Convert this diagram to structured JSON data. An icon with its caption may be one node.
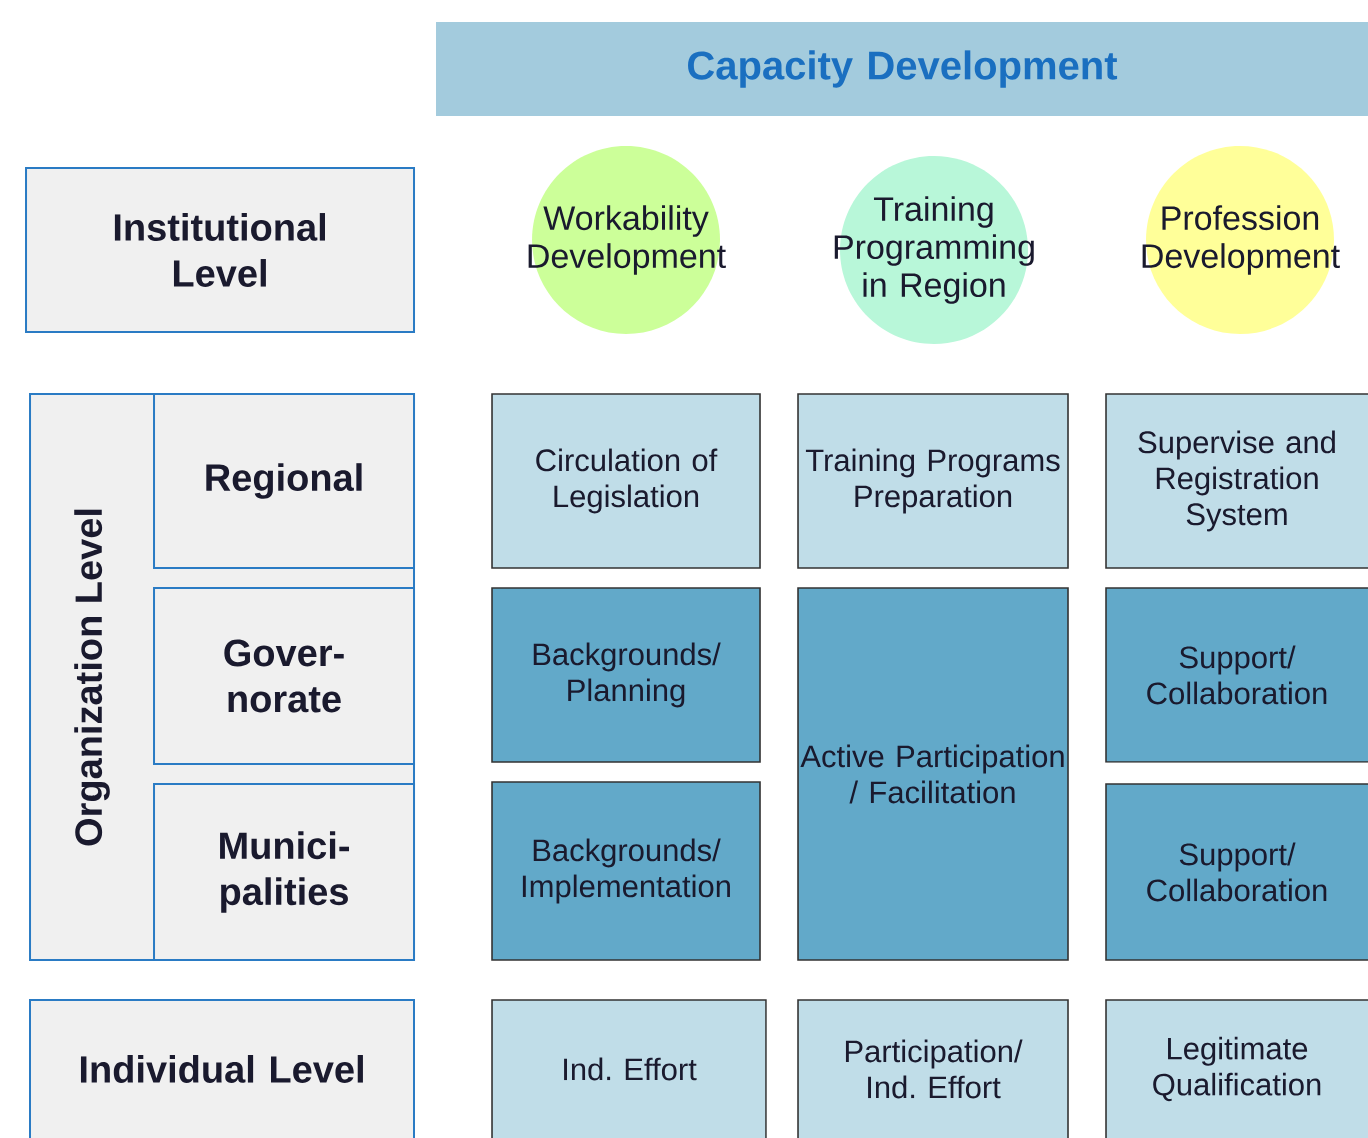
{
  "diagram": {
    "nodes": [
      {
        "text": [
          "Capacity Development"
        ]
      },
      {
        "text": [
          "Institutional Level"
        ]
      },
      {
        "text": [
          "Workability Development"
        ]
      },
      {
        "text": [
          "Training Programming in Region"
        ]
      },
      {
        "text": [
          "Profession Development"
        ]
      },
      {
        "text": [
          "Organization Level"
        ]
      },
      {
        "text": [
          "Regional"
        ],
        "in": 5
      },
      {
        "text": [
          "Gover- norate"
        ],
        "in": 5
      },
      {
        "text": [
          "Munici- palities"
        ],
        "in": 5
      },
      {
        "text": [
          "Circulation of Legislation"
        ]
      },
      {
        "text": [
          "Training Programs Preparation"
        ]
      },
      {
        "text": [
          "Supervise and Registration System"
        ]
      },
      {
        "text": [
          "Backgrounds/ Planning"
        ]
      },
      {
        "text": [
          "Active Participation / Facilitation"
        ]
      },
      {
        "text": [
          "Support/ Collaboration"
        ]
      },
      {
        "text": [
          "Backgrounds/ Implementation"
        ]
      },
      {
        "text": [
          "Support/ Collaboration"
        ]
      },
      {
        "text": [
          "Individual Level"
        ]
      },
      {
        "text": [
          "Ind. Effort"
        ]
      },
      {
        "text": [
          "Participation/ Ind. Effort"
        ]
      },
      {
        "text": [
          "Legitimate Qualification"
        ]
      }
    ]
  }
}
